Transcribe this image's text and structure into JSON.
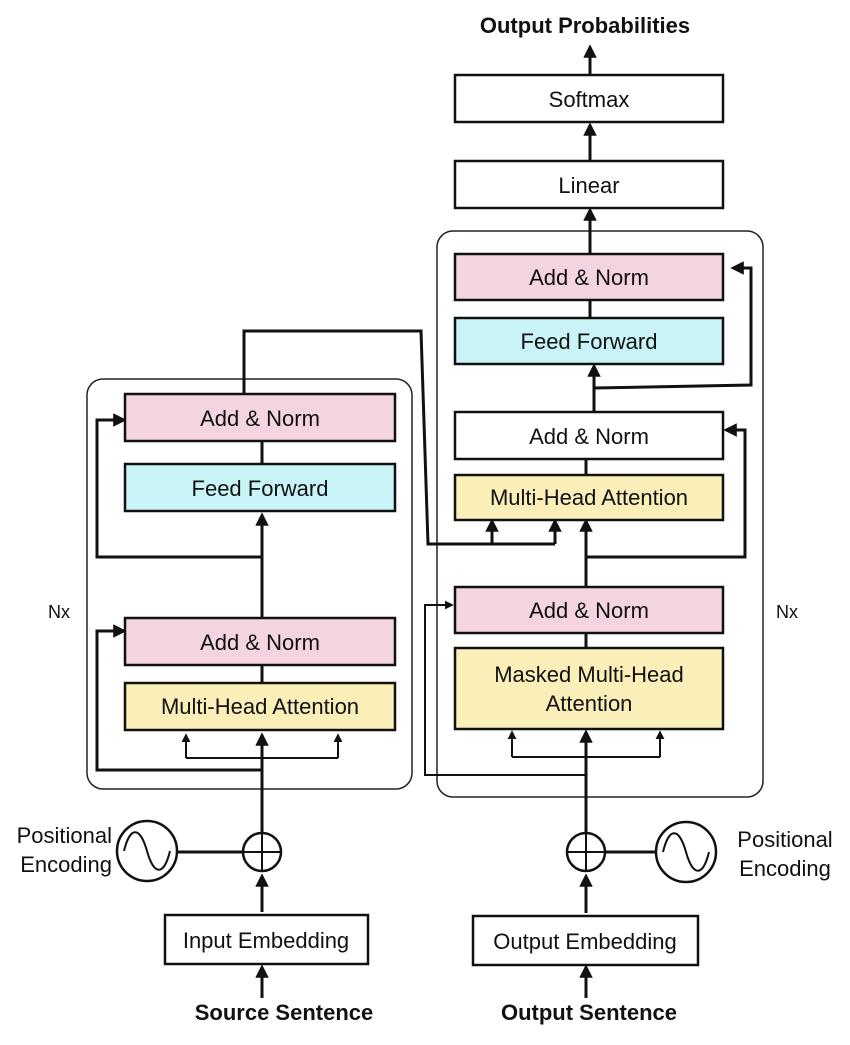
{
  "encoder": {
    "nx_label": "Nx",
    "add_norm_top": "Add & Norm",
    "feed_forward": "Feed Forward",
    "add_norm_bottom": "Add & Norm",
    "attention": "Multi-Head Attention",
    "positional_encoding_line1": "Positional",
    "positional_encoding_line2": "Encoding",
    "input_embedding": "Input Embedding",
    "source_sentence": "Source Sentence"
  },
  "decoder": {
    "nx_label": "Nx",
    "output_probabilities": "Output Probabilities",
    "softmax": "Softmax",
    "linear": "Linear",
    "add_norm_top": "Add & Norm",
    "feed_forward": "Feed Forward",
    "add_norm_middle": "Add & Norm",
    "cross_attention": "Multi-Head Attention",
    "add_norm_bottom": "Add & Norm",
    "masked_attention_line1": "Masked Multi-Head",
    "masked_attention_line2": "Attention",
    "positional_encoding_line1": "Positional",
    "positional_encoding_line2": "Encoding",
    "output_embedding": "Output Embedding",
    "output_sentence": "Output Sentence"
  },
  "colors": {
    "add_norm": "#f4d4e0",
    "feed_forward": "#c8f4f7",
    "attention": "#faeeb9",
    "plain": "#ffffff",
    "stroke": "#111111"
  }
}
